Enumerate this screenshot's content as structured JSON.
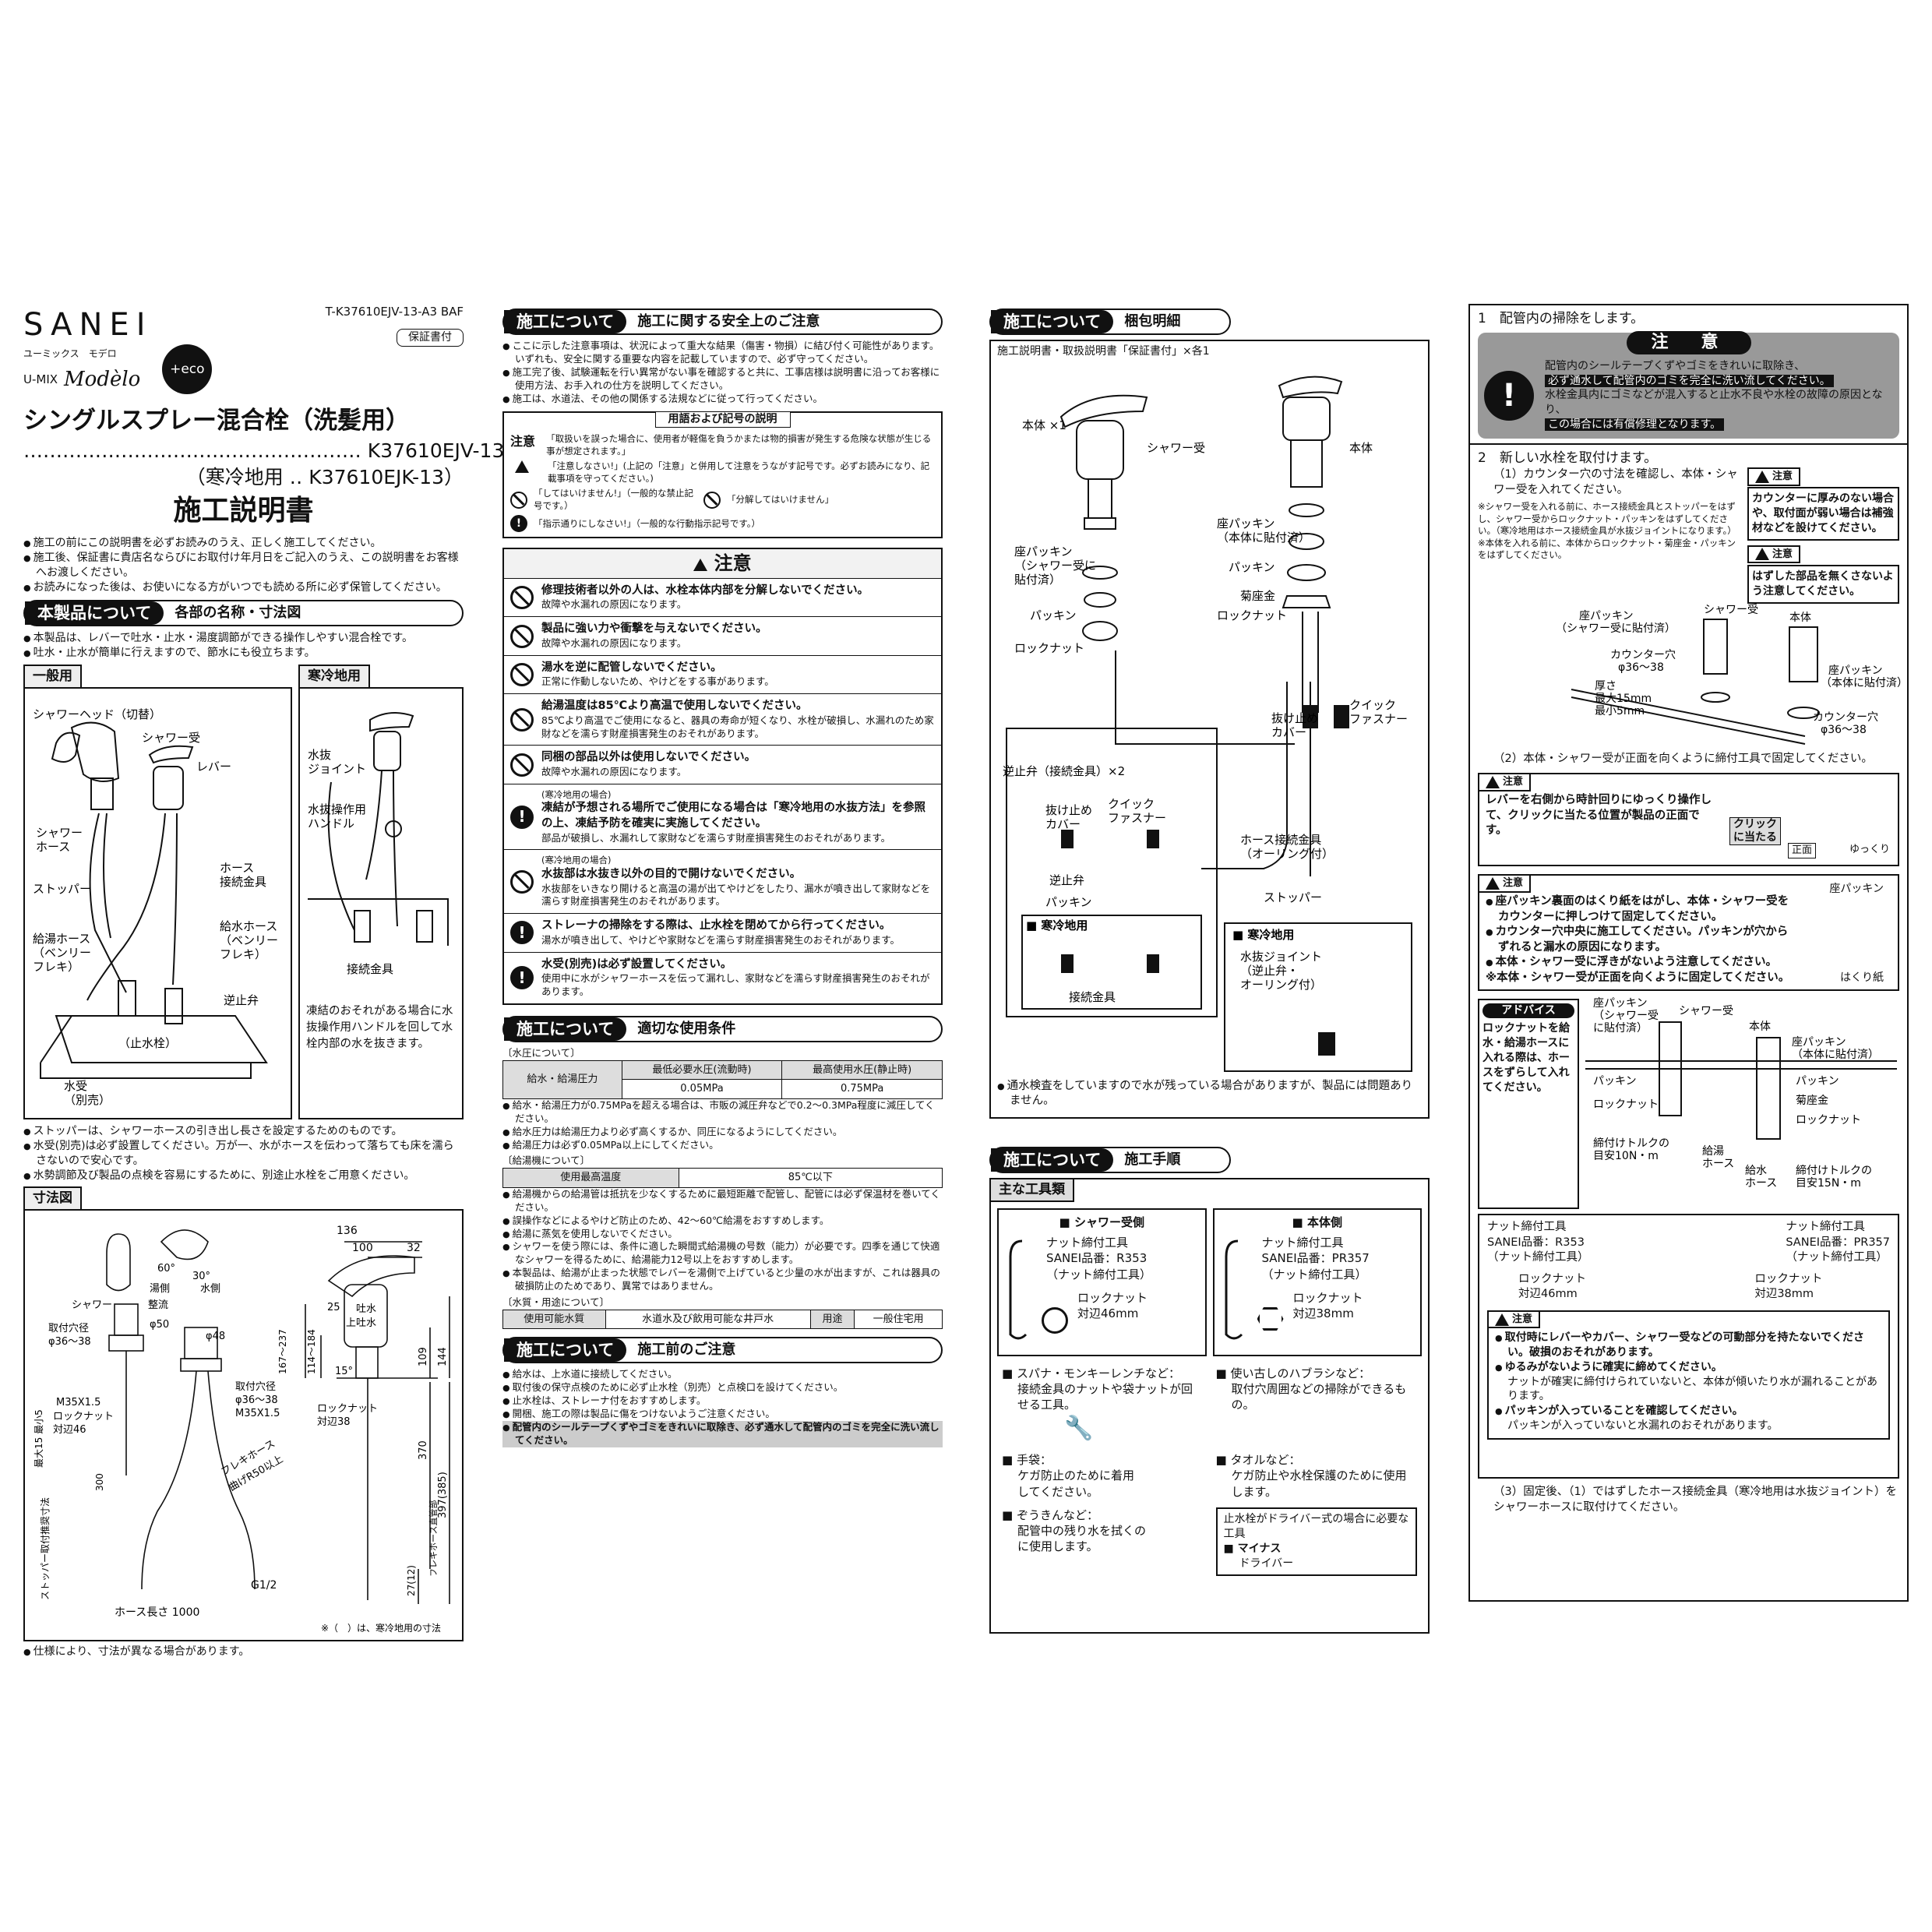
{
  "header": {
    "brand": "SANEI",
    "umix_kana": "ユーミックス　モデロ",
    "umix": "U-MIX",
    "modelo": "Modèlo",
    "eco": "+eco",
    "doc_code": "T-K37610EJV-13-A3  BAF",
    "warranty": "保証書付",
    "title": "シングルスプレー混合栓（洗髪用）",
    "model1": "‥‥‥‥‥‥‥‥‥‥‥‥‥‥‥‥‥‥‥‥‥‥‥‥‥‥ K37610EJV-13",
    "model2": "（寒冷地用 ‥ K37610EJK-13）",
    "doc_title": "施工説明書"
  },
  "intro": [
    "施工の前にこの説明書を必ずお読みのうえ、正しく施工してください。",
    "施工後、保証書に貴店名ならびにお取付け年月日をご記入のうえ、この説明書をお客様へお渡しください。",
    "お読みになった後は、お使いになる方がいつでも読める所に必ず保管してください。"
  ],
  "product": {
    "sec_dark": "本製品について",
    "sec_white": "各部の名称・寸法図",
    "notes": [
      "本製品は、レバーで吐水・止水・湯度調節ができる操作しやすい混合栓です。",
      "吐水・止水が簡単に行えますので、節水にも役立ちます。"
    ],
    "general_tab": "一般用",
    "cold_tab": "寒冷地用",
    "general_labels": {
      "l1": "シャワーヘッド（切替）",
      "l2": "シャワー受",
      "l3": "レバー",
      "l4": "シャワー",
      "l4b": "ホース",
      "l5": "ストッパー",
      "l6": "ホース",
      "l6b": "接続金具",
      "l7": "給水ホース",
      "l7b": "（ベンリー",
      "l7c": "フレキ）",
      "l8": "給湯ホース",
      "l8b": "（ベンリー",
      "l8c": "フレキ）",
      "l9": "逆止弁",
      "l10": "（止水栓）",
      "l11": "水受",
      "l11b": "（別売）"
    },
    "cold_labels": {
      "l1": "水抜",
      "l1b": "ジョイント",
      "l2": "水抜操作用",
      "l2b": "ハンドル",
      "l3": "接続金具"
    },
    "cold_note": "凍結のおそれがある場合に水抜操作用ハンドルを回して水栓内部の水を抜きます。",
    "notes2": [
      "ストッパーは、シャワーホースの引き出し長さを設定するためのものです。",
      "水受(別売)は必ず設置してください。万が一、水がホースを伝わって落ちても床を濡らさないので安心です。",
      "水勢調節及び製品の点検を容易にするために、別途止水栓をご用意ください。"
    ],
    "dim_tab": "寸法図",
    "dims": {
      "d1": "136",
      "d2": "100",
      "d3": "32",
      "d4": "60°",
      "d5": "30°",
      "d6": "湯側",
      "d7": "水側",
      "d8": "シャワー",
      "d9": "整流",
      "d10": "吐水",
      "d11": "上吐水",
      "d12": "25",
      "d13": "15°",
      "d14": "167～237",
      "d15": "114～184",
      "d16": "109",
      "d17": "144",
      "d18": "φ50",
      "d19": "φ48",
      "d20": "取付穴径",
      "d21": "φ36～38",
      "d22": "M35X1.5",
      "d23": "ロックナット",
      "d24": "対辺46",
      "d25": "対辺38",
      "d26": "最大15 最小5",
      "d27": "300",
      "d28": "フレキホース",
      "d29": "曲げR50以上",
      "d30": "370",
      "d31": "397(385)",
      "d32": "27(12)",
      "d33": "G1/2",
      "d34": "ホース長さ 1000",
      "d35": "ストッパー取付推奨寸法",
      "d36": "フレキホース直管部",
      "d37": "※（　）は、寒冷地用の寸法"
    },
    "footnote": "仕様により、寸法が異なる場合があります。"
  },
  "safety": {
    "sec_dark": "施工について",
    "sec_white": "施工に関する安全上のご注意",
    "bullets": [
      "ここに示した注意事項は、状況によって重大な結果（傷害・物損）に結び付く可能性があります。いずれも、安全に関する重要な内容を記載していますので、必ず守ってください。",
      "施工完了後、試験運転を行い異常がない事を確認すると共に、工事店様は説明書に沿ってお客様に使用方法、お手入れの仕方を説明してください。",
      "施工は、水道法、その他の関係する法規などに従って行ってください。"
    ],
    "glossary_title": "用語および記号の説明",
    "g1k": "注意",
    "g1v": "「取扱いを誤った場合に、使用者が軽傷を負うかまたは物的損害が発生する危険な状態が生じる事が想定されます。」",
    "g2v": "「注意しなさい!」(上記の「注意」と併用して注意をうながす記号です。必ずお読みになり、記載事項を守ってください。)",
    "g3v": "「してはいけません!」（一般的な禁止記号です。）",
    "g4v": "「分解してはいけません」",
    "g5v": "「指示通りにしなさい!」（一般的な行動指示記号です。）",
    "caution_title": "注意",
    "items": [
      {
        "t": "修理技術者以外の人は、水栓本体内部を分解しないでください。",
        "s": "故障や水漏れの原因になります。",
        "i": "no"
      },
      {
        "t": "製品に強い力や衝撃を与えないでください。",
        "s": "故障や水漏れの原因になります。",
        "i": "no"
      },
      {
        "t": "湯水を逆に配管しないでください。",
        "s": "正常に作動しないため、やけどをする事があります。",
        "i": "no"
      },
      {
        "t": "給湯温度は85℃より高温で使用しないでください。",
        "s": "85℃より高温でご使用になると、器具の寿命が短くなり、水栓が破損し、水漏れのため家財などを濡らす財産損害発生のおそれがあります。",
        "i": "no"
      },
      {
        "t": "同梱の部品以外は使用しないでください。",
        "s": "故障や水漏れの原因になります。",
        "i": "no"
      },
      {
        "p": "(寒冷地用の場合)",
        "t": "凍結が予想される場所でご使用になる場合は「寒冷地用の水抜方法」を参照の上、凍結予防を確実に実施してください。",
        "s": "部品が破損し、水漏れして家財などを濡らす財産損害発生のおそれがあります。",
        "i": "ex"
      },
      {
        "p": "(寒冷地用の場合)",
        "t": "水抜部は水抜き以外の目的で開けないでください。",
        "s": "水抜部をいきなり開けると高温の湯が出てやけどをしたり、漏水が噴き出して家財などを濡らす財産損害発生のおそれがあります。",
        "i": "no"
      },
      {
        "t": "ストレーナの掃除をする際は、止水栓を閉めてから行ってください。",
        "s": "湯水が噴き出して、やけどや家財などを濡らす財産損害発生のおそれがあります。",
        "i": "ex"
      },
      {
        "t": "水受(別売)は必ず設置してください。",
        "s": "使用中に水がシャワーホースを伝って漏れし、家財などを濡らす財産損害発生のおそれがあります。",
        "i": "ex"
      }
    ]
  },
  "conditions": {
    "sec_dark": "施工について",
    "sec_white": "適切な使用条件",
    "press_h": "〔水圧について〕",
    "th1": "最低必要水圧(流動時)",
    "th2": "最高使用水圧(静止時)",
    "row": "給水・給湯圧力",
    "v1": "0.05MPa",
    "v2": "0.75MPa",
    "press_notes": [
      "給水・給湯圧力が0.75MPaを超える場合は、市販の減圧弁などで0.2～0.3MPa程度に減圧してください。",
      "給水圧力は給湯圧力より必ず高くするか、同圧になるようにしてください。",
      "給湯圧力は必ず0.05MPa以上にしてください。"
    ],
    "heater_h": "〔給湯機について〕",
    "temp_k": "使用最高温度",
    "temp_v": "85℃以下",
    "heater_notes": [
      "給湯機からの給湯管は抵抗を少なくするために最短距離で配管し、配管には必ず保温材を巻いてください。",
      "誤操作などによるやけど防止のため、42～60℃給湯をおすすめします。",
      "給湯に蒸気を使用しないでください。",
      "シャワーを使う際には、条件に適した瞬間式給湯機の号数（能力）が必要です。四季を通じて快適なシャワーを得るために、給湯能力12号以上をおすすめします。",
      "本製品は、給湯が止まった状態でレバーを湯側で上げていると少量の水が出ますが、これは器具の破損防止のためであり、異常ではありません。"
    ],
    "qual_h": "〔水質・用途について〕",
    "q1": "使用可能水質",
    "q2": "水道水及び飲用可能な井戸水",
    "q3": "用途",
    "q4": "一般住宅用"
  },
  "before": {
    "sec_dark": "施工について",
    "sec_white": "施工前のご注意",
    "notes": [
      "給水は、上水道に接続してください。",
      "取付後の保守点検のために必ず止水栓（別売）と点検口を設けてください。",
      "止水栓は、ストレーナ付をおすすめします。",
      "開梱、施工の際は製品に傷をつけないようご注意ください。",
      "配管内のシールテープくずやゴミをきれいに取除き、必ず通水して配管内のゴミを完全に洗い流してください。"
    ]
  },
  "packing": {
    "sec_dark": "施工について",
    "sec_white": "梱包明細",
    "line1": "施工説明書・取扱説明書「保証書付」×各1",
    "labels": {
      "a": "本体 ×1",
      "b": "シャワー受",
      "c": "本体",
      "d": "座パッキン",
      "d2": "（本体に貼付済）",
      "e": "座パッキン",
      "e2": "（シャワー受に",
      "e3": "貼付済）",
      "f": "パッキン",
      "g": "パッキン",
      "h": "菊座金",
      "i": "ロックナット",
      "j": "ロックナット",
      "k": "抜け止め",
      "k2": "カバー",
      "l": "クイック",
      "l2": "ファスナー",
      "m": "逆止弁（接続金具）×2",
      "n": "抜け止め",
      "n2": "カバー",
      "o": "クイック",
      "o2": "ファスナー",
      "p": "逆止弁",
      "q": "パッキン",
      "r": "■ 寒冷地用",
      "s": "接続金具",
      "t": "ホース接続金具",
      "t2": "（オーリング付）",
      "u": "ストッパー",
      "v": "■ 寒冷地用",
      "w": "水抜ジョイント",
      "w2": "（逆止弁・",
      "w3": "オーリング付）"
    },
    "note": "通水検査をしていますので水が残っている場合がありますが、製品には問題ありません。"
  },
  "procedure": {
    "sec_dark": "施工について",
    "sec_white": "施工手順",
    "tools_tab": "主な工具類",
    "shower_side": "■ シャワー受側",
    "body_side": "■ 本体側",
    "tool1": "ナット締付工具",
    "tool1b": "SANEI品番：R353",
    "tool1c": "（ナット締付工具）",
    "nut1": "ロックナット",
    "nut1b": "対辺46mm",
    "tool2": "ナット締付工具",
    "tool2b": "SANEI品番：PR357",
    "tool2c": "（ナット締付工具）",
    "nut2": "ロックナット",
    "nut2b": "対辺38mm",
    "t3": "■ スパナ・モンキーレンチなど：",
    "t3b": "接続金具のナットや袋ナットが回せる工具。",
    "t4": "■ 使い古しのハブラシなど：",
    "t4b": "取付穴周囲などの掃除ができるもの。",
    "t5": "■ 手袋：",
    "t5b": "ケガ防止のために着用してください。",
    "t6": "■ タオルなど：",
    "t6b": "ケガ防止や水栓保護のために使用します。",
    "t7": "■ ぞうきんなど：",
    "t7b": "配管中の残り水を拭くのに使用します。",
    "t8": "止水栓がドライバー式の場合に必要な工具",
    "t8b": "■ マイナス",
    "t8c": "ドライバー"
  },
  "step1": {
    "title": "1　配管内の掃除をします。",
    "caution": "注　意",
    "l1": "配管内のシールテープくずやゴミをきれいに取除き、",
    "l2": "必ず通水して配管内のゴミを完全に洗い流してください。",
    "l3": "水栓金具内にゴミなどが混入すると止水不良や水栓の故障の原因となり、",
    "l4": "この場合には有償修理となります。"
  },
  "step2": {
    "title": "2　新しい水栓を取付けます。",
    "s1": "（1）カウンター穴の寸法を確認し、本体・シャワー受を入れてください。",
    "n1": "※シャワー受を入れる前に、ホース接続金具とストッパーをはずし、シャワー受からロックナット・パッキンをはずしてください。（寒冷地用はホース接続金具が水抜ジョイントになります。）",
    "n2": "※本体を入れる前に、本体からロックナット・菊座金・パッキンをはずしてください。",
    "w1h": "注意",
    "w1": "カウンターに厚みのない場合や、取付面が弱い場合は補強材などを設けてください。",
    "w2h": "注意",
    "w2": "はずした部品を無くさないよう注意してください。",
    "lab": {
      "a": "座パッキン",
      "a2": "（シャワー受に貼付済）",
      "b": "シャワー受",
      "c": "本体",
      "d": "カウンター穴",
      "d2": "φ36～38",
      "e": "厚さ",
      "e2": "最大15mm",
      "e3": "最小5mm",
      "f": "座パッキン",
      "f2": "（本体に貼付済）",
      "g": "カウンター穴",
      "g2": "φ36～38"
    },
    "s2": "（2）本体・シャワー受が正面を向くように締付工具で固定してください。",
    "w3h": "注意",
    "w3": "レバーを右側から時計回りにゆっくり操作して、クリックに当たる位置が製品の正面です。",
    "click": "クリック",
    "click2": "に当たる",
    "front": "正面",
    "slow": "ゆっくり",
    "w4h": "注意",
    "w4": [
      "座パッキン裏面のはくり紙をはがし、本体・シャワー受をカウンターに押しつけて固定してください。",
      "カウンター穴中央に施工してください。パッキンが穴からずれると漏水の原因になります。",
      "本体・シャワー受に浮きがないよう注意してください。"
    ],
    "w4n": "※本体・シャワー受が正面を向くように固定してください。",
    "w4a": "座パッキン",
    "w4b": "はくり紙",
    "adv_h": "アドバイス",
    "adv": "ロックナットを給水・給湯ホースに入れる際は、ホースをずらして入れてください。",
    "lab2": {
      "a": "座パッキン",
      "a2": "（シャワー受",
      "a3": "に貼付済）",
      "b": "シャワー受",
      "c": "本体",
      "d": "座パッキン",
      "d2": "（本体に貼付済）",
      "e": "パッキン",
      "f": "ロックナット",
      "g": "締付けトルクの",
      "g2": "目安10N・m",
      "h": "パッキン",
      "i": "菊座金",
      "j": "ロックナット",
      "k": "給湯",
      "k2": "ホース",
      "l": "給水",
      "l2": "ホース",
      "m": "締付けトルクの",
      "m2": "目安15N・m"
    },
    "tool1": "ナット締付工具",
    "tool1b": "SANEI品番：R353",
    "tool1c": "（ナット締付工具）",
    "nut1": "ロックナット",
    "nut1b": "対辺46mm",
    "tool2": "ナット締付工具",
    "tool2b": "SANEI品番：PR357",
    "tool2c": "（ナット締付工具）",
    "nut2": "ロックナット",
    "nut2b": "対辺38mm",
    "w5h": "注意",
    "w5": [
      "取付時にレバーやカバー、シャワー受などの可動部分を持たないでください。破損のおそれがあります。",
      "ゆるみがないように確実に締めてください。"
    ],
    "w5b": "ナットが確実に締付けられていないと、本体が傾いたり水が漏れることがあります。",
    "w5c": "パッキンが入っていることを確認してください。",
    "w5d": "パッキンが入っていないと水漏れのおそれがあります。",
    "s3": "（3）固定後、（1）ではずしたホース接続金具（寒冷地用は水抜ジョイント）をシャワーホースに取付けてください。"
  }
}
